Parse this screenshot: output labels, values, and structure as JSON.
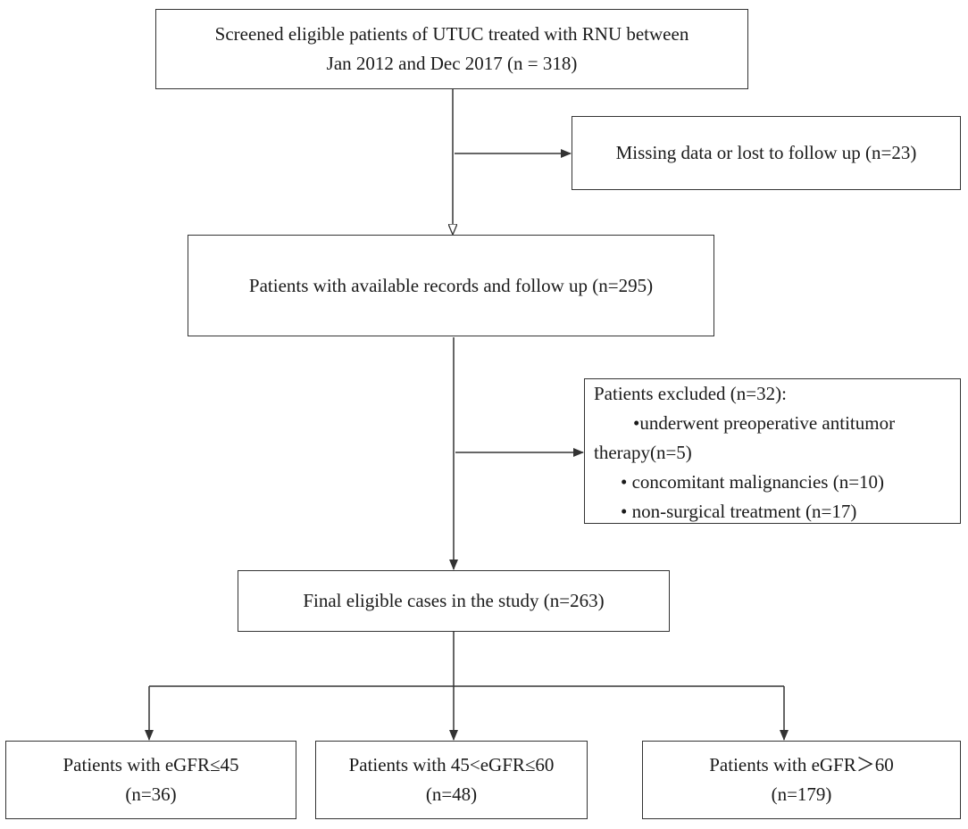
{
  "flow": {
    "screened": {
      "line1": "Screened eligible patients of UTUC treated with RNU between",
      "line2": "Jan 2012 and Dec 2017 (n = 318)"
    },
    "missing": {
      "text": "Missing data or lost to follow up (n=23)"
    },
    "available": {
      "text": "Patients with available records and follow up (n=295)"
    },
    "excluded": {
      "header": "Patients excluded (n=32):",
      "item1_line1": "•underwent preoperative antitumor",
      "item1_line2": "therapy(n=5)",
      "item2": "• concomitant malignancies (n=10)",
      "item3": "• non-surgical treatment (n=17)"
    },
    "final": {
      "text": "Final eligible cases in the study (n=263)"
    },
    "groups": [
      {
        "label": "Patients with eGFR≤45",
        "count": "(n=36)"
      },
      {
        "label": "Patients with 45<eGFR≤60",
        "count": "(n=48)"
      },
      {
        "label": "Patients with eGFR＞60",
        "count": "(n=179)"
      }
    ]
  }
}
